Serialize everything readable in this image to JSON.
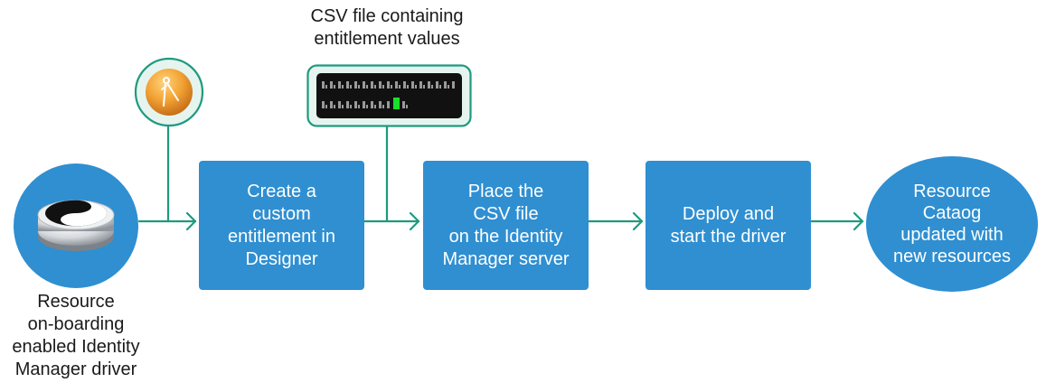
{
  "diagram": {
    "csv_caption": "CSV file containing\nentitlement values",
    "driver_caption": "Resource\non-boarding\nenabled Identity\nManager driver",
    "steps": [
      {
        "label": "Create a\ncustom\nentitlement in\nDesigner"
      },
      {
        "label": "Place the\nCSV file\non the Identity\nManager server"
      },
      {
        "label": "Deploy and\nstart the driver"
      }
    ],
    "result": {
      "label": "Resource\nCataog\nupdated with\nnew resources"
    },
    "icons": {
      "driver": "yin-yang-icon",
      "designer": "compass-icon",
      "csv": "csv-file-icon"
    },
    "colors": {
      "box": "#2f8fd1",
      "connector": "#1e9a7e",
      "designer_orb": "#f2a233"
    }
  }
}
